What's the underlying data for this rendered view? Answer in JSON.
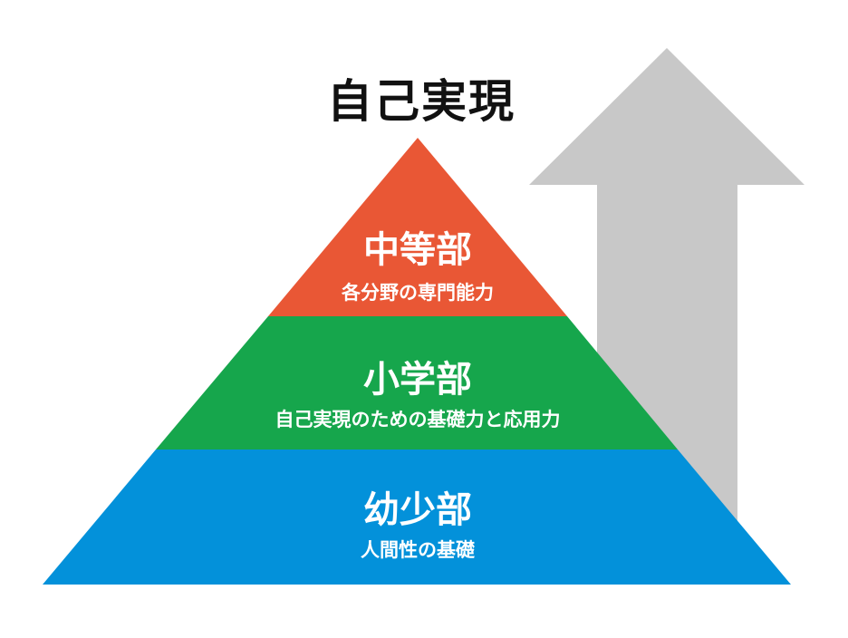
{
  "title": "自己実現",
  "colors": {
    "top": "#e95735",
    "middle": "#16a64c",
    "bottom": "#0391da",
    "arrow": "#c8c8c8"
  },
  "tiers": [
    {
      "name": "中等部",
      "description": "各分野の専門能力"
    },
    {
      "name": "小学部",
      "description": "自己実現のための基礎力と応用力"
    },
    {
      "name": "幼少部",
      "description": "人間性の基礎"
    }
  ]
}
